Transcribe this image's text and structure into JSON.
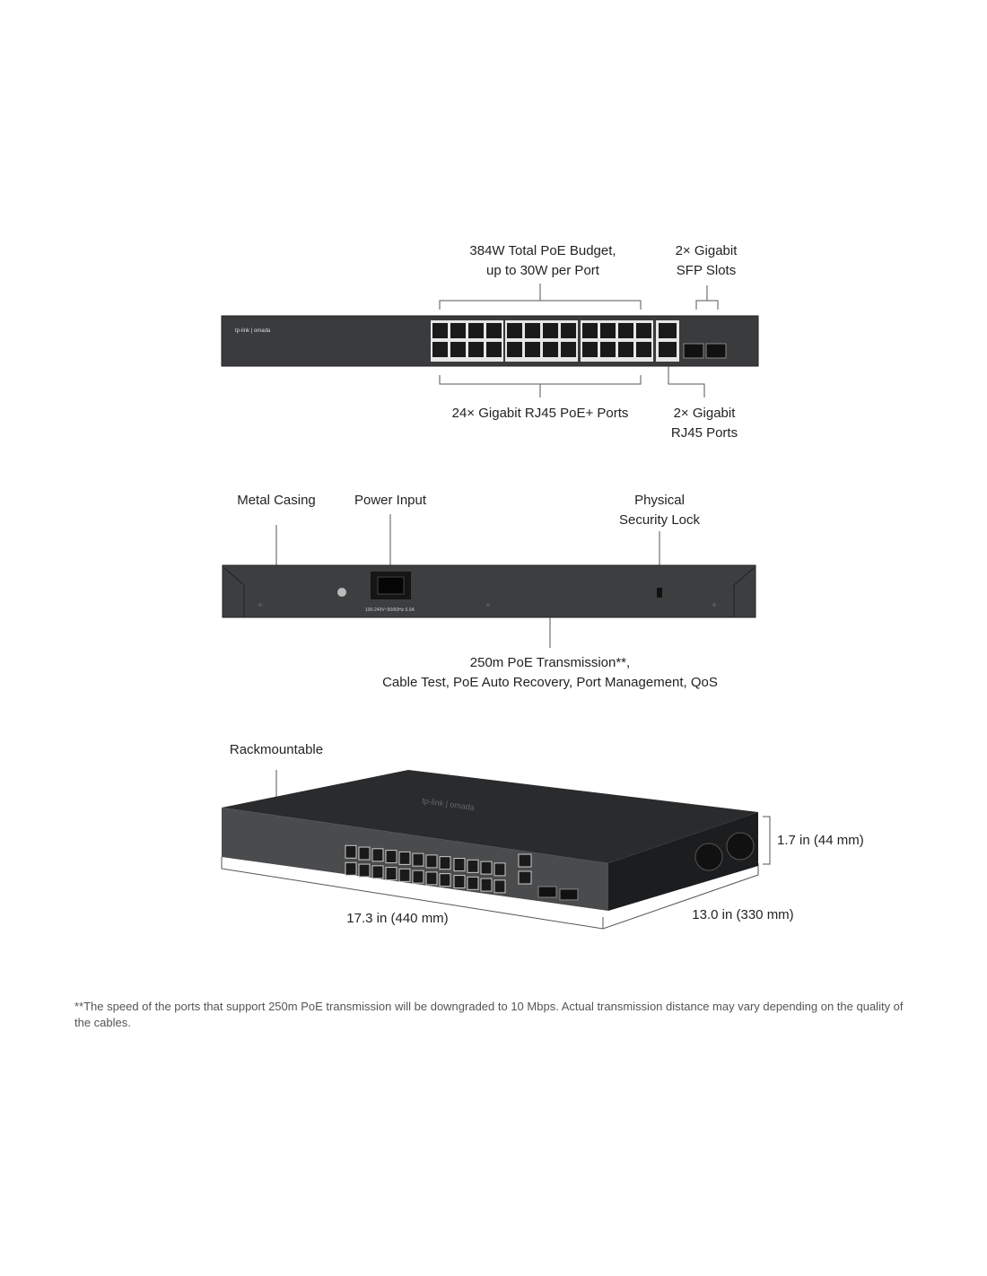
{
  "front": {
    "poe_budget": [
      "384W Total PoE Budget,",
      "up to 30W per Port"
    ],
    "sfp": [
      "2× Gigabit",
      "SFP Slots"
    ],
    "rj45_poe": "24× Gigabit RJ45 PoE+ Ports",
    "rj45": [
      "2× Gigabit",
      "RJ45 Ports"
    ],
    "brand": "tp-link | omada"
  },
  "rear": {
    "metal": "Metal Casing",
    "power": "Power Input",
    "lock": [
      "Physical",
      "Security Lock"
    ],
    "features": [
      "250m PoE Transmission**,",
      "Cable Test, PoE Auto Recovery, Port Management, QoS"
    ],
    "power_rating": "100-240V~50/60Hz 6.0A"
  },
  "iso": {
    "rack": "Rackmountable",
    "height": "1.7 in (44 mm)",
    "width": "17.3 in (440 mm)",
    "depth": "13.0  in (330 mm)",
    "brand": "tp-link | omada"
  },
  "footnote": "**The speed of the ports that support 250m PoE transmission will be downgraded to 10 Mbps. Actual transmission distance may vary depending on the quality of the cables."
}
